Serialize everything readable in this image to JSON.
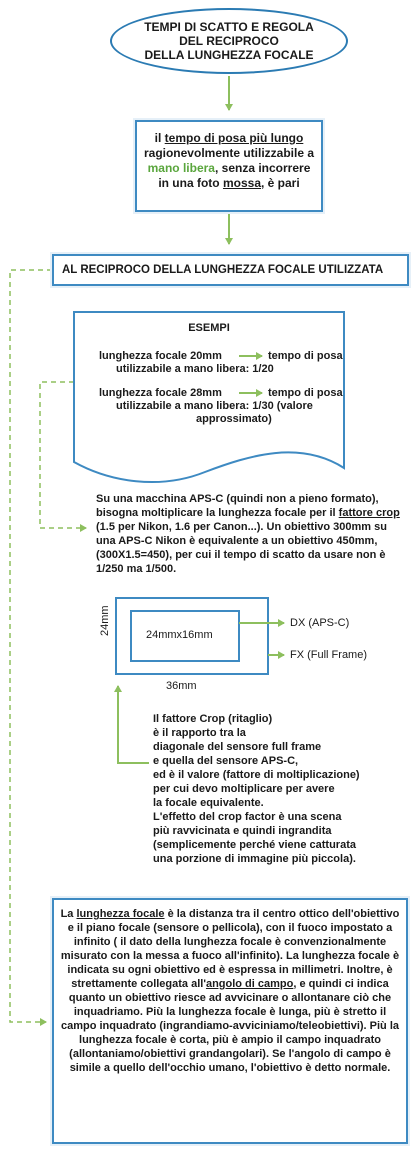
{
  "header": {
    "title_lines": [
      "TEMPI DI SCATTO E REGOLA",
      "DEL RECIPROCO",
      "DELLA LUNGHEZZA FOCALE"
    ]
  },
  "box1": {
    "p1": "il ",
    "u1": "tempo di posa più lungo",
    "p2": " ragionevolmente utilizzabile a ",
    "g1": "mano libera",
    "p3": ", senza incorrere in una foto ",
    "u2": "mossa",
    "p4": ", è pari"
  },
  "box2": {
    "text": "AL RECIPROCO DELLA LUNGHEZZA FOCALE UTILIZZATA"
  },
  "examples": {
    "title": "ESEMPI",
    "ex1_left": "lunghezza focale 20mm",
    "ex1_right": "tempo di posa",
    "ex1_cont": "utilizzabile a mano libera: 1/20",
    "ex2_left": "lunghezza focale 28mm",
    "ex2_right": "tempo di posa",
    "ex2_cont1": "utilizzabile a mano libera: 1/30 (valore",
    "ex2_cont2": "approssimato)"
  },
  "crop_para": {
    "t1": "Su una macchina APS-C (quindi non a pieno formato), bisogna moltiplicare la lunghezza focale per il ",
    "u1": "fattore crop",
    "t2": " (1.5 per Nikon, 1.6 per Canon...). Un obiettivo 300mm su una APS-C Nikon è equivalente a un obiettivo 450mm, (300X1.5=450), per cui il tempo di scatto da usare non è 1/250 ma 1/500."
  },
  "sensor": {
    "inner_label": "24mmx16mm",
    "side_label": "24mm",
    "bottom_label": "36mm",
    "dx_label": "DX (APS-C)",
    "fx_label": "FX (Full Frame)"
  },
  "crop_def": {
    "text": "Il fattore Crop (ritaglio)\nè il rapporto tra la\ndiagonale del sensore full frame\ne quella del sensore APS-C,\ned è il valore (fattore di moltiplicazione)\nper cui devo moltiplicare per avere\nla focale equivalente.\nL'effetto del crop factor è una scena\npiù ravvicinata e quindi ingrandita\n(semplicemente perché viene catturata\nuna porzione di immagine più piccola)."
  },
  "final": {
    "t1": "La ",
    "u1": "lunghezza focale",
    "t2": " è la distanza tra il centro ottico dell'obiettivo e il piano focale (sensore o pellicola), con il fuoco impostato a infinito ( il dato della lunghezza focale è convenzionalmente misurato con la messa a fuoco all'infinito). La lunghezza focale è indicata su ogni obiettivo ed è espressa in millimetri. Inoltre, è strettamente collegata all'",
    "u2": "angolo di campo",
    "t3": ", e quindi ci indica quanto un obiettivo riesce ad avvicinare o allontanare ciò che inquadriamo. Più la lunghezza focale è lunga, più è stretto il campo inquadrato (ingrandiamo-avviciniamo/teleobiettivi). Più la lunghezza focale è corta, più è ampio il campo inquadrato (allontaniamo/obiettivi grandangolari). Se l'angolo di campo è simile a quello dell'occhio umano, l'obiettivo è detto normale."
  },
  "colors": {
    "arrow": "#8dbf5e",
    "border": "#3e8ac2"
  }
}
